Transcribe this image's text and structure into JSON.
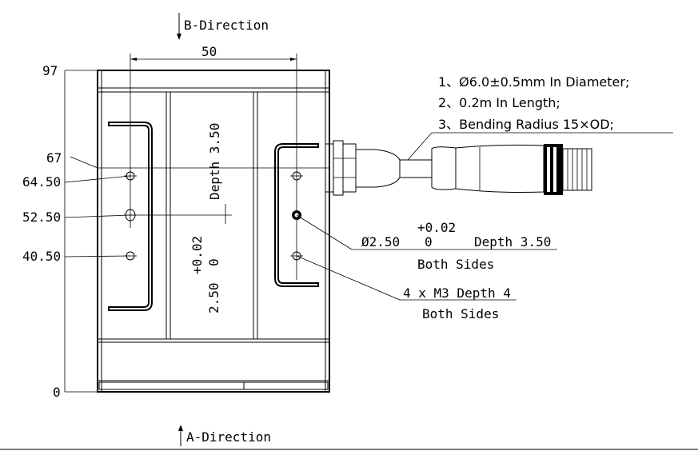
{
  "directions": {
    "top": "B-Direction",
    "bottom": "A-Direction"
  },
  "dimensions": {
    "width": "50",
    "y_labels": [
      "97",
      "67",
      "64.50",
      "52.50",
      "40.50",
      "0"
    ],
    "center_slot_depth": "Depth 3.50",
    "center_slot_tol_plus": "+0.02",
    "center_slot_tol_zero": "0",
    "center_slot_size": "2.50"
  },
  "cable_notes": [
    "1、Ø6.0±0.5mm In Diameter;",
    "2、0.2m In Length;",
    "3、Bending Radius 15×OD;"
  ],
  "callouts": {
    "pin_hole_tol": "+0.02",
    "pin_hole_size": "Ø2.50",
    "pin_hole_zero": "0",
    "pin_hole_depth": "Depth 3.50",
    "pin_hole_sides": "Both Sides",
    "thread_spec": "4 x M3 Depth 4",
    "thread_sides": "Both Sides"
  }
}
